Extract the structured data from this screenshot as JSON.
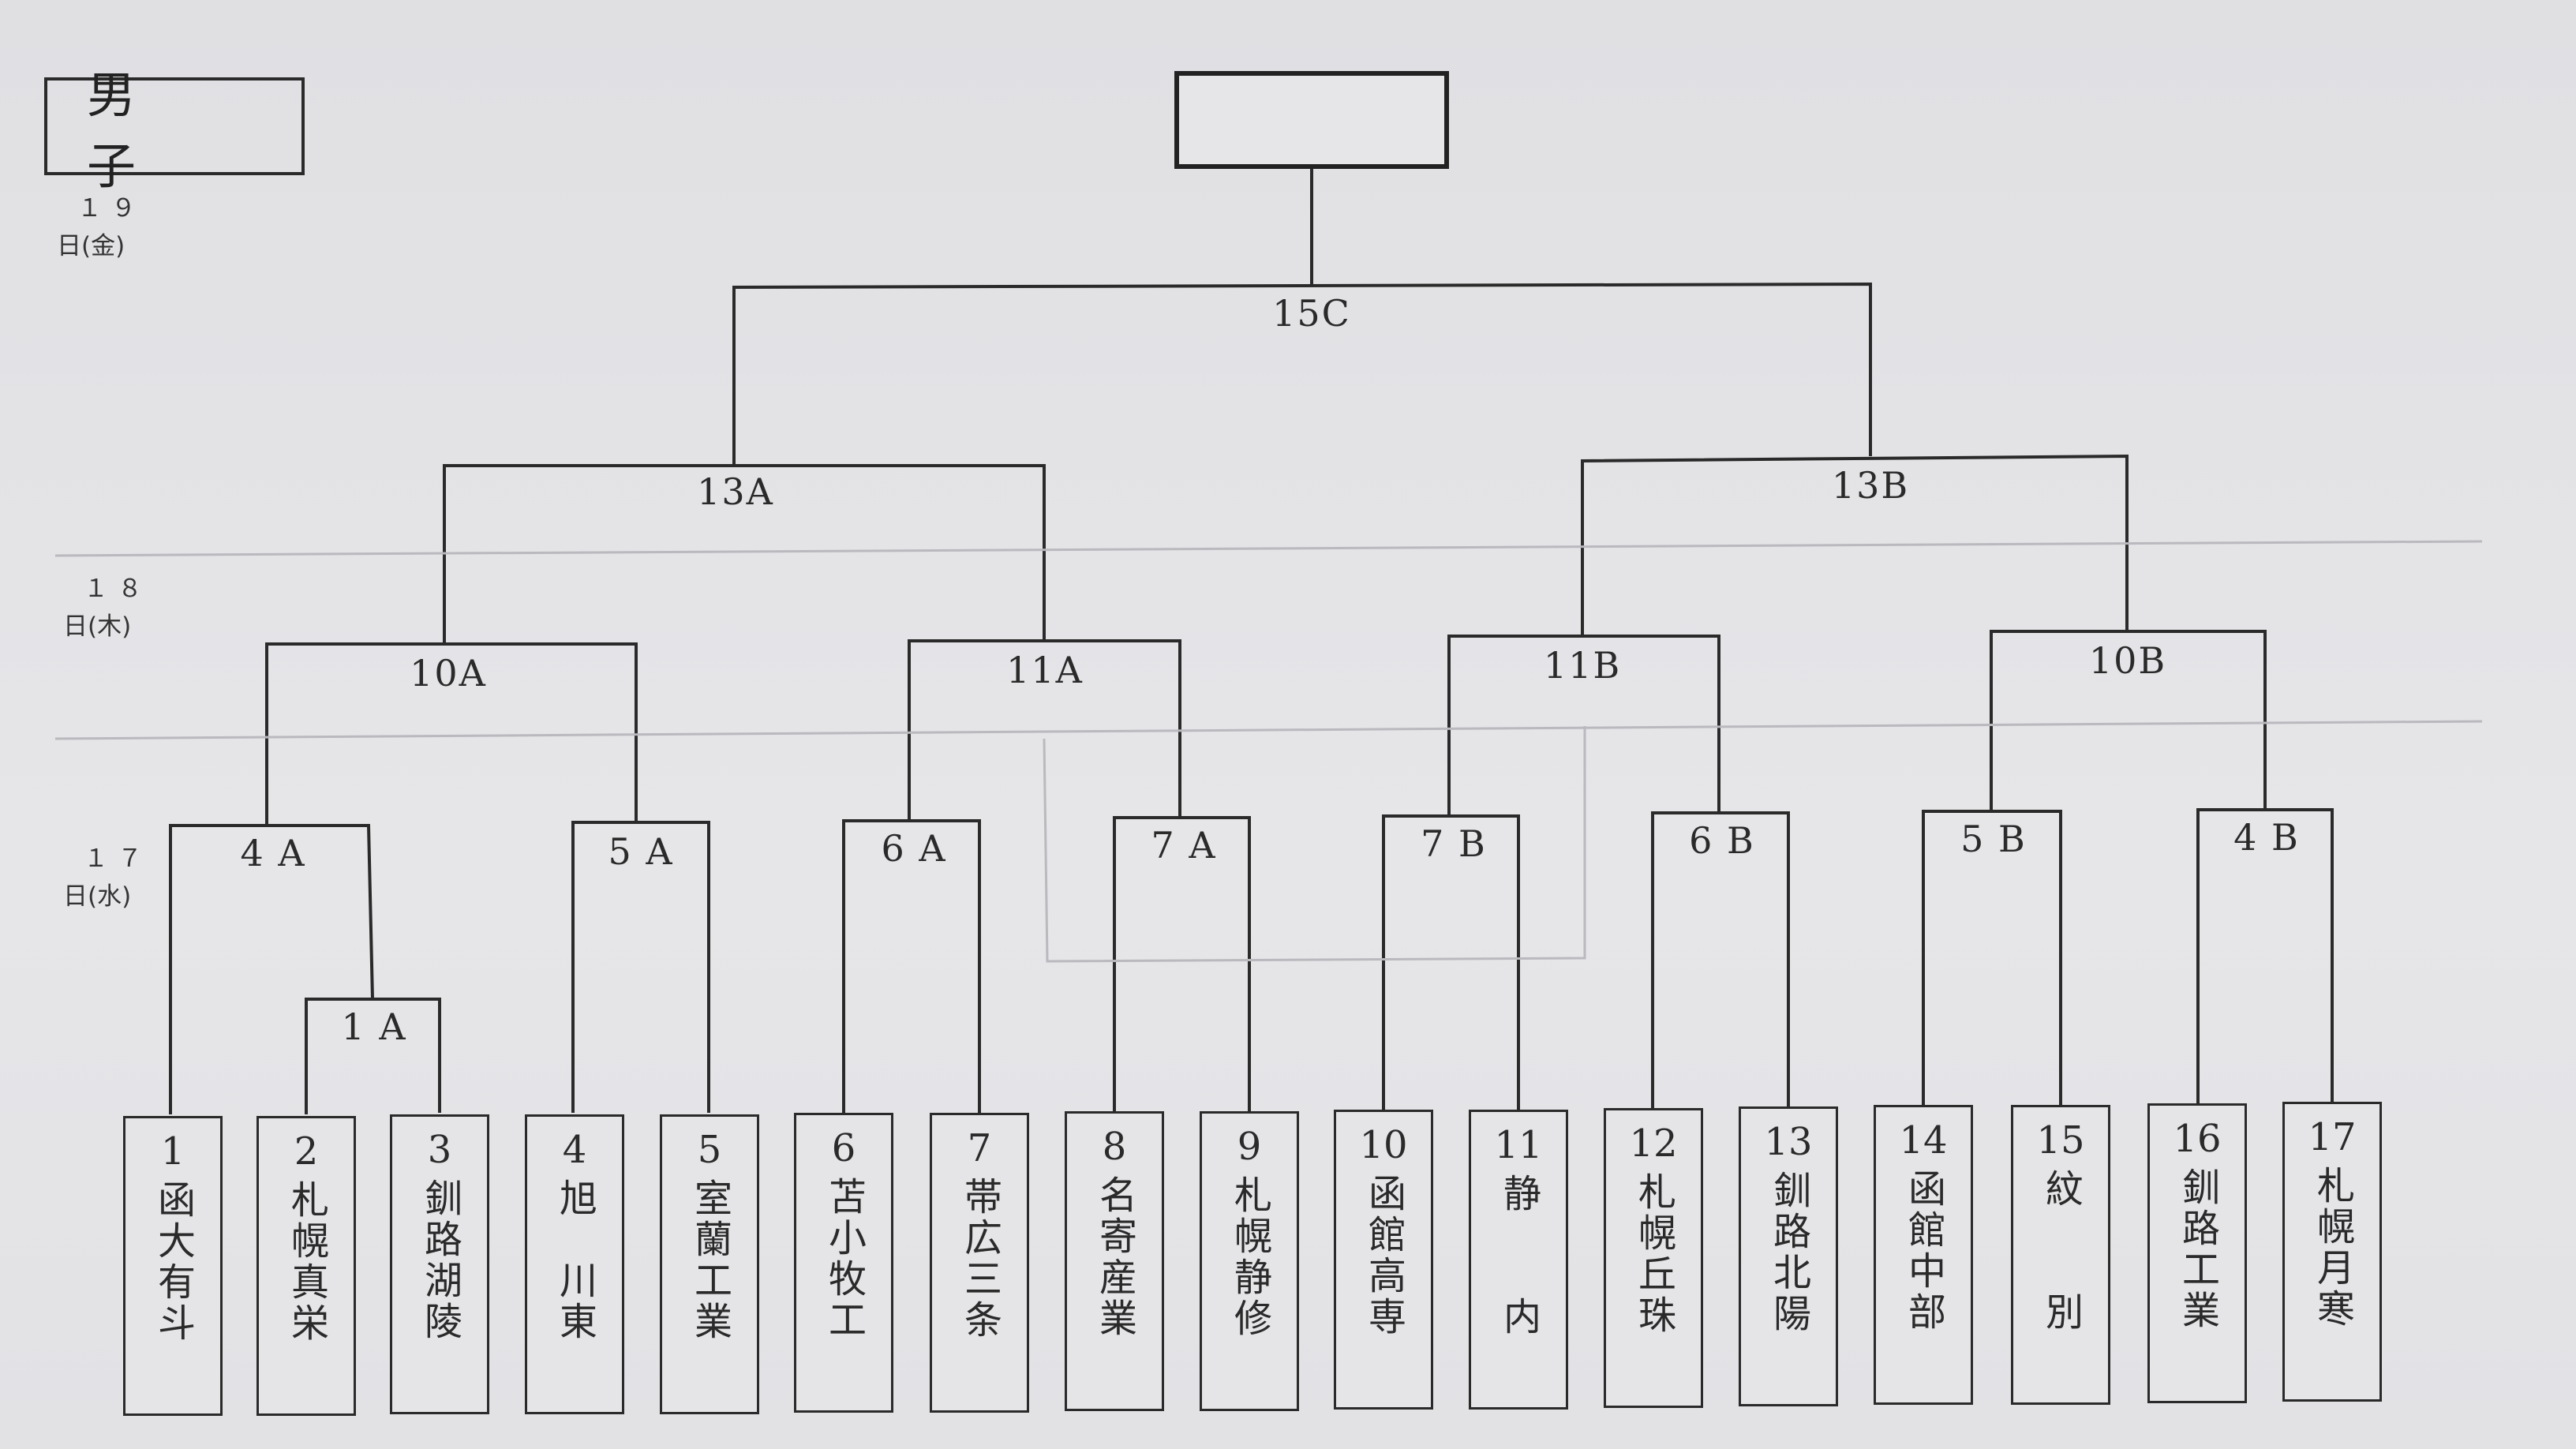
{
  "title": "男 子",
  "days": [
    {
      "date": "１９",
      "weekday": "日(金)"
    },
    {
      "date": "１８",
      "weekday": "日(木)"
    },
    {
      "date": "１７",
      "weekday": "日(水)"
    }
  ],
  "matches": {
    "m15C": "15C",
    "m13A": "13A",
    "m13B": "13B",
    "m10A": "10A",
    "m11A": "11A",
    "m11B": "11B",
    "m10B": "10B",
    "m4A": "4 A",
    "m5A": "5 A",
    "m6A": "6 A",
    "m7A": "7 A",
    "m7B": "7 B",
    "m6B": "6 B",
    "m5B": "5 B",
    "m4B": "4 B",
    "m1A": "1 A"
  },
  "teams": [
    {
      "num": "1",
      "name": "函大有斗"
    },
    {
      "num": "2",
      "name": "札幌真栄"
    },
    {
      "num": "3",
      "name": "釧路湖陵"
    },
    {
      "num": "4",
      "name": "旭　川東"
    },
    {
      "num": "5",
      "name": "室蘭工業"
    },
    {
      "num": "6",
      "name": "苫小牧工"
    },
    {
      "num": "7",
      "name": "帯広三条"
    },
    {
      "num": "8",
      "name": "名寄産業"
    },
    {
      "num": "9",
      "name": "札幌静修"
    },
    {
      "num": "10",
      "name": "函館高専"
    },
    {
      "num": "11",
      "name": "静　　内"
    },
    {
      "num": "12",
      "name": "札幌丘珠"
    },
    {
      "num": "13",
      "name": "釧路北陽"
    },
    {
      "num": "14",
      "name": "函館中部"
    },
    {
      "num": "15",
      "name": "紋　　別"
    },
    {
      "num": "16",
      "name": "釧路工業"
    },
    {
      "num": "17",
      "name": "札幌月寒"
    }
  ]
}
